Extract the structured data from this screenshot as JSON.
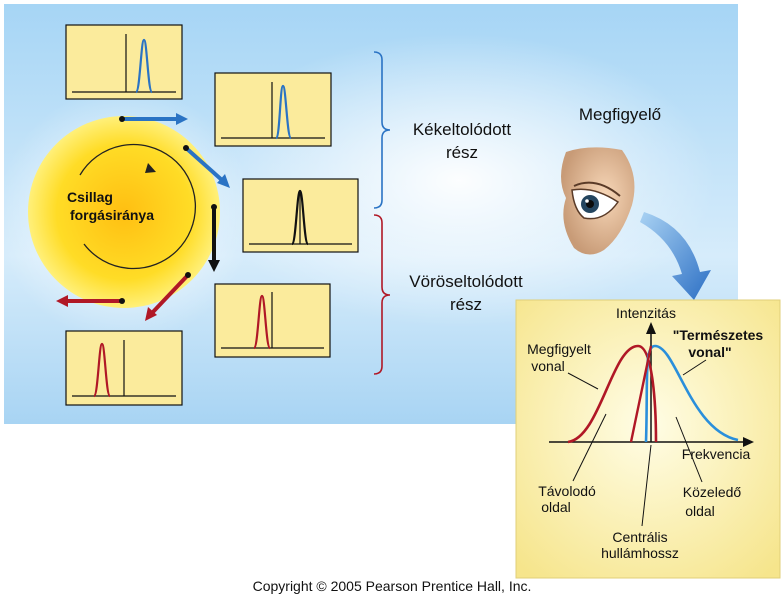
{
  "star_label": [
    "Csillag",
    "forgásiránya"
  ],
  "blueshift_label": [
    "Kékeltolódott",
    "rész"
  ],
  "redshift_label": [
    "Vöröseltolódott",
    "rész"
  ],
  "observer_label": "Megfigyelő",
  "graph": {
    "y_axis": "Intenzitás",
    "x_axis": "Frekvencia",
    "observed_line": [
      "Megfigyelt",
      "vonal"
    ],
    "natural_line": [
      "\"Természetes",
      "vonal\""
    ],
    "receding_side": [
      "Távolodó",
      "oldal"
    ],
    "approaching_side": [
      "Közeledő",
      "oldal"
    ],
    "central_wavelength": [
      "Centrális",
      "hullámhossz"
    ]
  },
  "copyright": "Copyright © 2005 Pearson Prentice Hall, Inc.",
  "colors": {
    "blue_shift": "#2a73c4",
    "red_shift": "#b01826",
    "neutral": "#111111",
    "panel_fill": "#fbeb9c",
    "star": "#ffd21e",
    "sky_top": "#9fd0f4"
  }
}
